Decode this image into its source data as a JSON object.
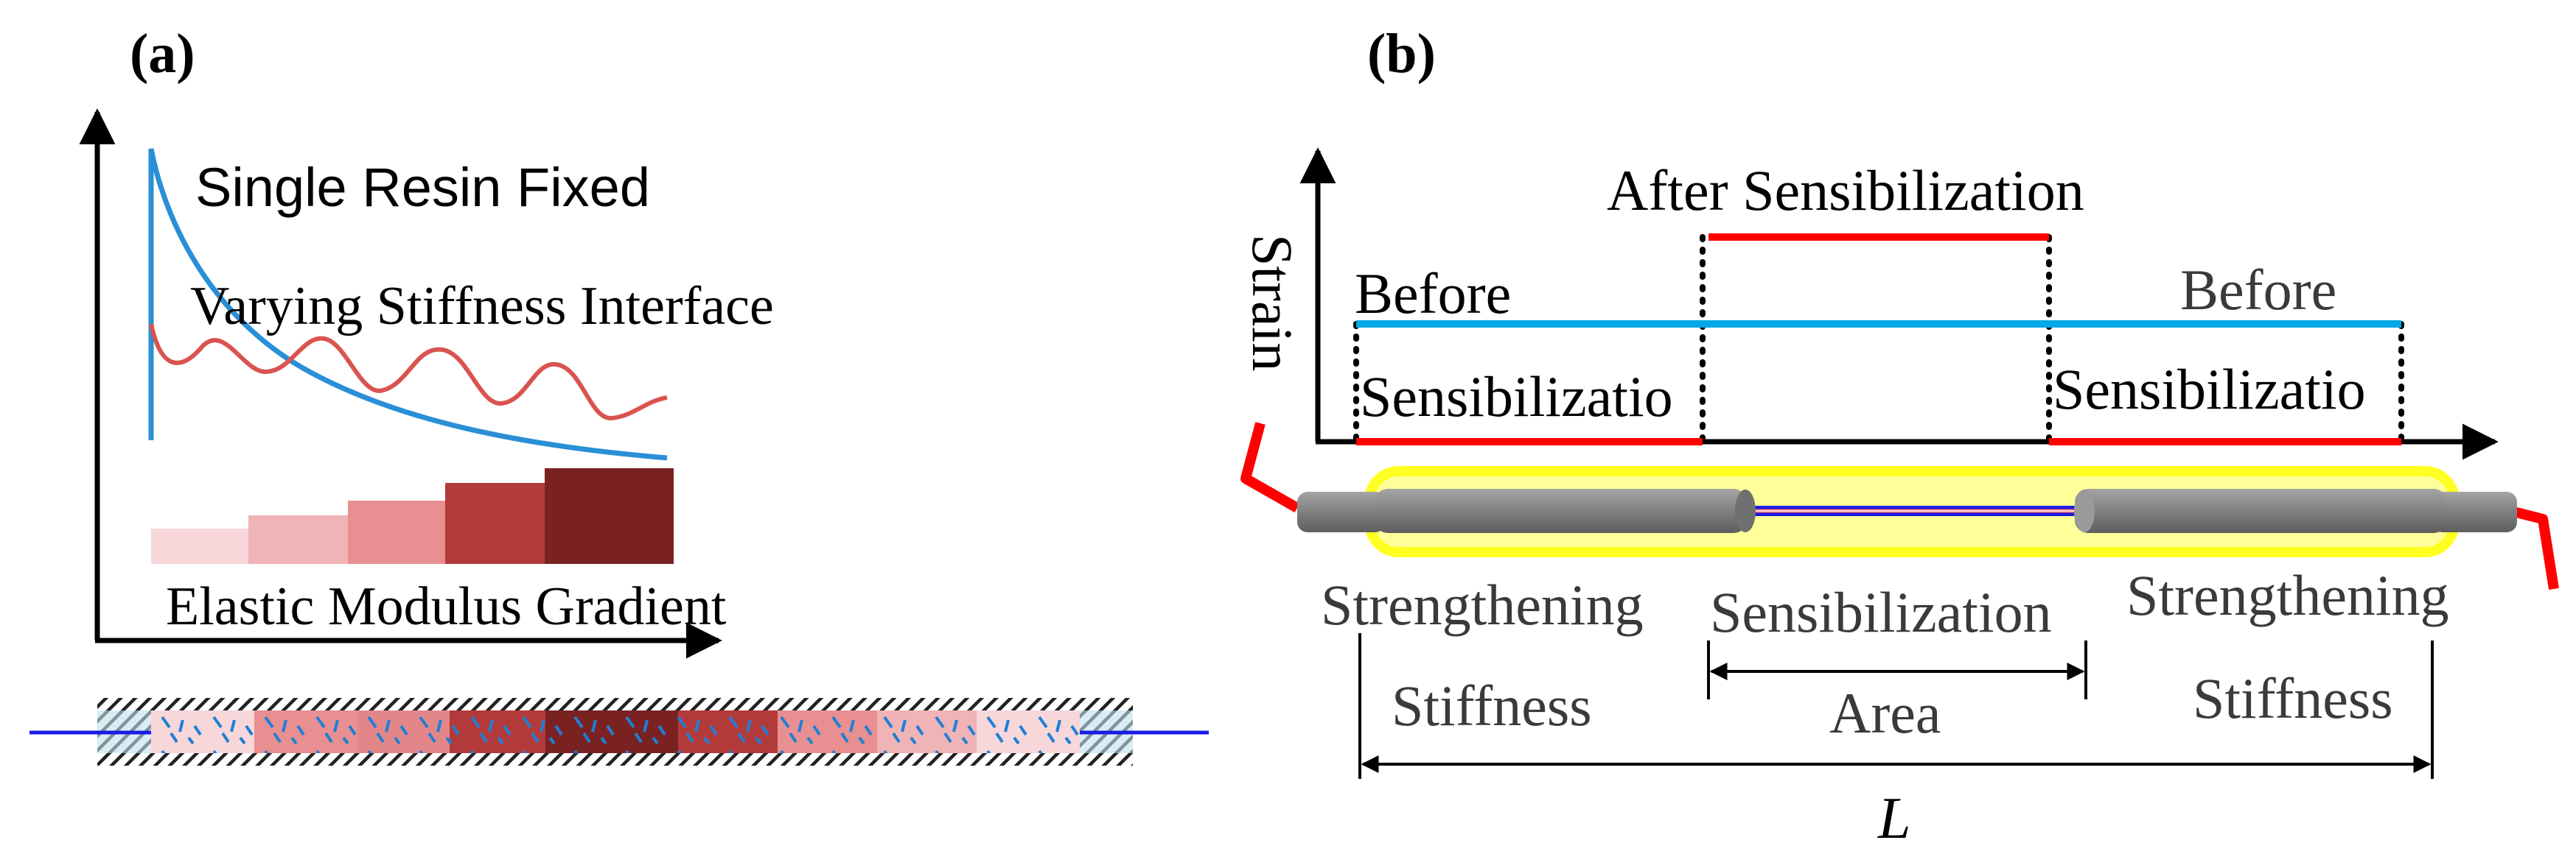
{
  "panel_a": {
    "label": "(a)",
    "curve_single_resin": "Single Resin Fixed",
    "curve_varying_stiffness": "Varying Stiffness Interface",
    "gradient_label": "Elastic Modulus Gradient",
    "colors": {
      "single_resin_curve": "#2a8fd6",
      "varying_curve": "#d9534f",
      "gradient_steps": [
        "#f7d7d9",
        "#f0b3b6",
        "#e88f91",
        "#b33a3b",
        "#7a2222"
      ],
      "fiber": "#1a1ae6",
      "hatch": "#222222"
    }
  },
  "panel_b": {
    "label": "(b)",
    "y_axis_label": "Strain",
    "after_label": "After Sensibilization",
    "before_left_line1": "Before",
    "before_left_line2": "Sensibilizatio",
    "before_right_line1": "Before",
    "before_right_line2": "Sensibilizatio",
    "left_region_line1": "Strengthening",
    "left_region_line2": "Stiffness",
    "middle_region_line1": "Sensibilization",
    "middle_region_line2": "Area",
    "right_region_line1": "Strengthening",
    "right_region_line2": "Stiffness",
    "length_label": "L",
    "colors": {
      "before_line": "#00a8e6",
      "after_line": "#ff0000",
      "tube": "#7d7d7d",
      "outline": "#ffff22",
      "lead": "#ff0000"
    }
  }
}
